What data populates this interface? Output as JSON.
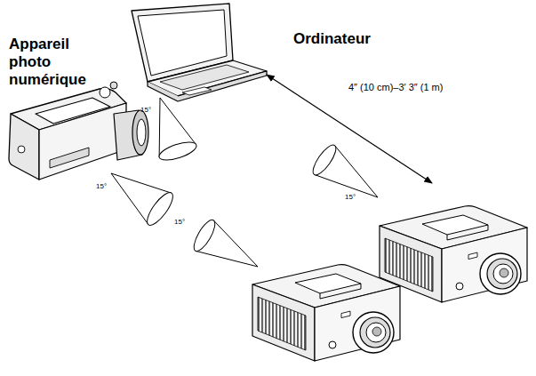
{
  "diagram": {
    "labels": [
      "Appareil photo numérique",
      "Ordinateur",
      "4″ (10 cm)–3′ 3″ (1 m)",
      "15°",
      "15°",
      "15°",
      "15°"
    ]
  }
}
